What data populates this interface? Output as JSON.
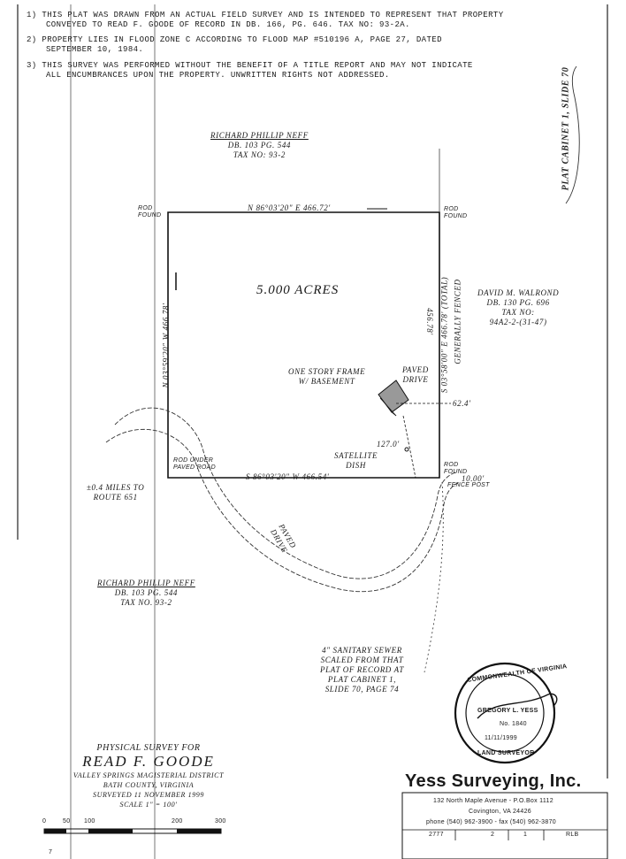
{
  "notes": [
    {
      "num": "1)",
      "lines": [
        "THIS PLAT WAS DRAWN FROM AN ACTUAL FIELD SURVEY AND IS INTENDED TO REPRESENT THAT PROPERTY",
        "CONVEYED TO READ F. GOODE OF RECORD IN DB. 166, PG. 646. TAX NO: 93-2A."
      ]
    },
    {
      "num": "2)",
      "lines": [
        "PROPERTY LIES IN FLOOD ZONE C ACCORDING TO FLOOD MAP #510196 A, PAGE 27, DATED",
        "SEPTEMBER 10, 1984."
      ]
    },
    {
      "num": "3)",
      "lines": [
        "THIS SURVEY WAS PERFORMED WITHOUT THE BENEFIT OF A TITLE REPORT AND MAY NOT INDICATE",
        "ALL ENCUMBRANCES UPON THE PROPERTY.  UNWRITTEN RIGHTS NOT ADDRESSED."
      ]
    }
  ],
  "plat_cabinet": "PLAT CABINET 1, SLIDE 70",
  "owner_north": {
    "name": "RICHARD PHILLIP NEFF",
    "deed": "DB. 103  PG. 544",
    "tax": "TAX NO: 93-2"
  },
  "owner_east": {
    "name": "DAVID M. WALROND",
    "deed": "DB. 130  PG. 696",
    "tax_label": "TAX NO:",
    "tax": "94A2-2-(31-47)"
  },
  "owner_south": {
    "name": "RICHARD PHILLIP NEFF",
    "deed": "DB. 103  PG. 544",
    "tax": "TAX NO. 93-2"
  },
  "bearings": {
    "north": "N 86°03'20\" E  466.72'",
    "south": "S 86°03'20\" W  466.54'",
    "west": "N 03°59'20\" W  466.78'",
    "east_partial": "456.78'",
    "east_total": "S 03°58'00\" E 466.78' (TOTAL)",
    "east_fenced": "GENERALLY FENCED"
  },
  "area": "5.000  ACRES",
  "corners": {
    "nw": [
      "ROD",
      "FOUND"
    ],
    "ne": [
      "ROD",
      "FOUND"
    ],
    "sw": [
      "ROD UNDER",
      "PAVED ROAD"
    ],
    "se": [
      "ROD",
      "FOUND"
    ]
  },
  "house_label": [
    "ONE STORY FRAME",
    "W/ BASEMENT"
  ],
  "paved_drive_label": [
    "PAVED",
    "DRIVE"
  ],
  "dim_62": "62.4'",
  "dim_127": "127.0'",
  "dim_10": "10.00'",
  "fence_post": "FENCE POST",
  "satellite": [
    "SATELLITE",
    "DISH"
  ],
  "route": [
    "±0.4 MILES TO",
    "ROUTE 651"
  ],
  "paved_drive_curve": [
    "PAVED",
    "DRIVE"
  ],
  "sewer": [
    "4\" SANITARY SEWER",
    "SCALED FROM THAT",
    "PLAT OF RECORD AT",
    "PLAT CABINET 1,",
    "SLIDE 70, PAGE 74"
  ],
  "seal": {
    "top": "COMMONWEALTH OF VIRGINIA",
    "name": "GREGORY L. YESS",
    "no": "No. 1840",
    "date": "11/11/1999",
    "bottom": "LAND SURVEYOR"
  },
  "title_block": {
    "line1": "PHYSICAL SURVEY FOR",
    "line2": "READ F. GOODE",
    "line3": "VALLEY SPRINGS MAGISTERIAL DISTRICT",
    "line4": "BATH COUNTY, VIRGINIA",
    "line5": "SURVEYED 11 NOVEMBER 1999",
    "line6": "SCALE 1\" = 100'"
  },
  "scale_ticks": [
    "0",
    "50",
    "100",
    "200",
    "300"
  ],
  "company": {
    "name": "Yess Surveying, Inc.",
    "address1": "132 North Maple Avenue - P.O.Box 1112",
    "address2": "Covington, VA 24426",
    "phone": "phone (540) 962-3900 - fax (540) 962-3870",
    "cells": [
      "2777",
      "2",
      "1",
      "RLB"
    ]
  },
  "footer_mark": "7"
}
